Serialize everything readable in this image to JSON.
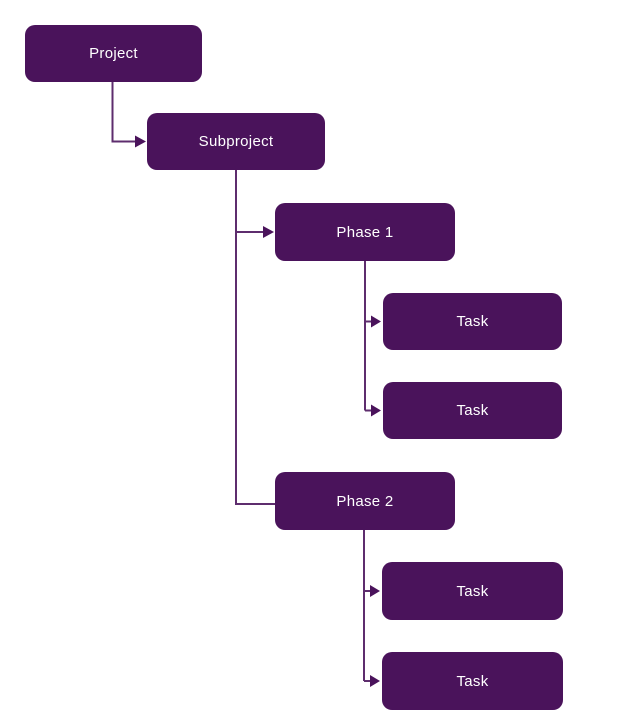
{
  "diagram": {
    "type": "flowchart-hierarchy",
    "nodes": [
      {
        "id": "project",
        "label": "Project"
      },
      {
        "id": "subproject",
        "label": "Subproject"
      },
      {
        "id": "phase1",
        "label": "Phase 1"
      },
      {
        "id": "task1",
        "label": "Task"
      },
      {
        "id": "task2",
        "label": "Task"
      },
      {
        "id": "phase2",
        "label": "Phase 2"
      },
      {
        "id": "task3",
        "label": "Task"
      },
      {
        "id": "task4",
        "label": "Task"
      }
    ],
    "edges": [
      {
        "from": "project",
        "to": "subproject",
        "arrowhead": true
      },
      {
        "from": "subproject",
        "to": "phase1",
        "arrowhead": true
      },
      {
        "from": "subproject",
        "to": "phase2",
        "arrowhead": false
      },
      {
        "from": "phase1",
        "to": "task1",
        "arrowhead": true
      },
      {
        "from": "phase1",
        "to": "task2",
        "arrowhead": true
      },
      {
        "from": "phase2",
        "to": "task3",
        "arrowhead": true
      },
      {
        "from": "phase2",
        "to": "task4",
        "arrowhead": true
      }
    ]
  },
  "colors": {
    "box_fill": "#4a135b",
    "line": "#5e2d6e",
    "text": "#ffffff",
    "background": "#ffffff"
  }
}
